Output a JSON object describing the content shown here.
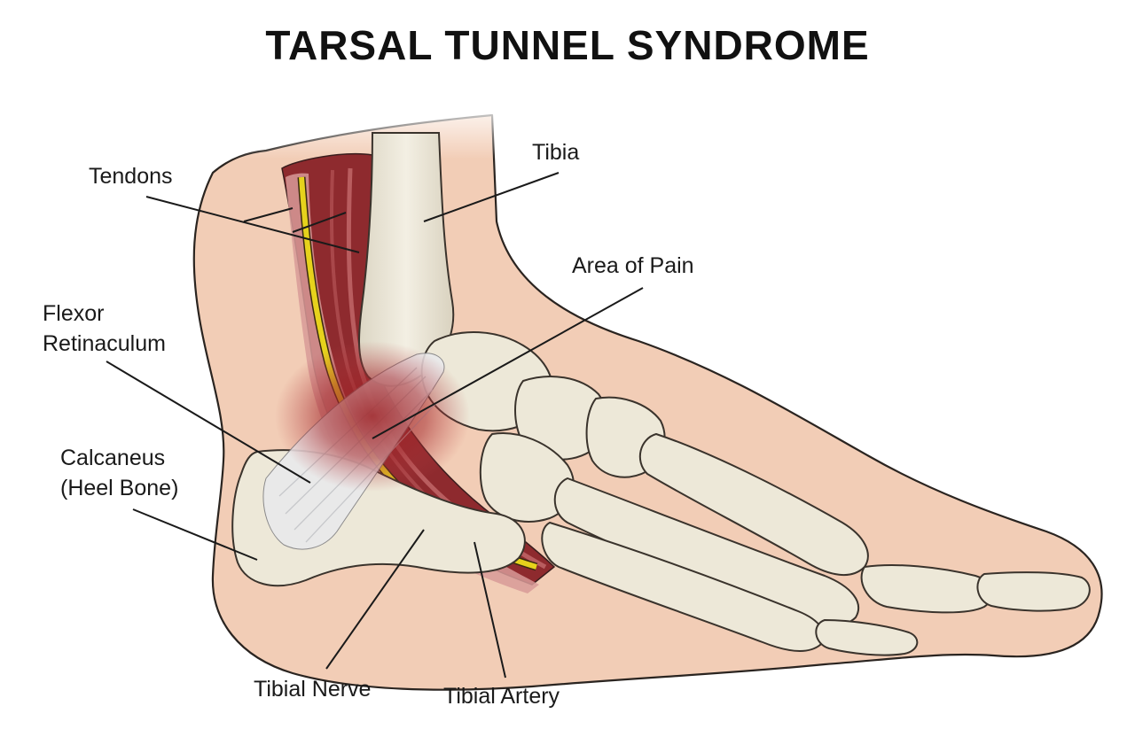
{
  "title": "TARSAL TUNNEL SYNDROME",
  "labels": {
    "tendons": "Tendons",
    "tibia": "Tibia",
    "area_of_pain": "Area of Pain",
    "flexor_line1": "Flexor",
    "flexor_line2": "Retinaculum",
    "calcaneus_line1": "Calcaneus",
    "calcaneus_line2": "(Heel Bone)",
    "tibial_nerve": "Tibial Nerve",
    "tibial_artery": "Tibial Artery"
  },
  "colors": {
    "skin": "#f2cdb6",
    "bone": "#ede8d8",
    "tendon": "#c97d7e",
    "muscle": "#8e2a2e",
    "nerve": "#e6d21c",
    "pain": "#9c1e22"
  }
}
